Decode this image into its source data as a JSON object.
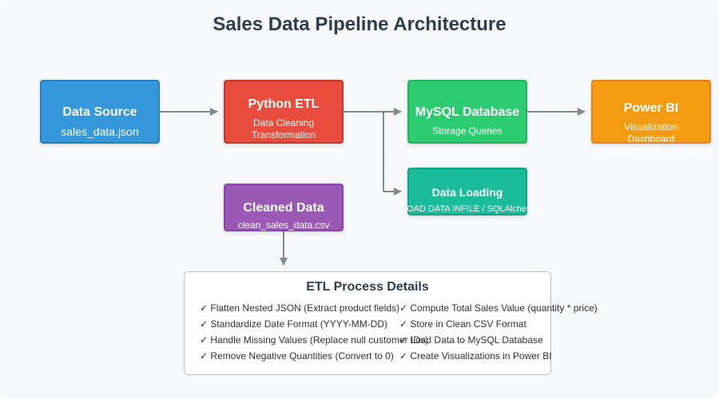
{
  "title": "Sales Data Pipeline Architecture",
  "colors": {
    "data_source": "#3498db",
    "python_etl": "#e74c3c",
    "mysql_database": "#2ecc71",
    "power_bi": "#f39c12",
    "data_loading": "#1abc9c",
    "cleaned_data": "#9b59b6",
    "connector": "#7f8c8d"
  },
  "nodes": {
    "data_source": {
      "title": "Data Source",
      "subtitle": "sales_data.json"
    },
    "python_etl": {
      "title": "Python ETL",
      "subtitle_lines": [
        "Data Cleaning",
        "Transformation"
      ]
    },
    "mysql_database": {
      "title": "MySQL Database",
      "subtitle": "Storage Queries"
    },
    "power_bi": {
      "title": "Power BI",
      "subtitle_lines": [
        "Visualization",
        "Dashboard"
      ]
    },
    "data_loading": {
      "title": "Data Loading",
      "subtitle": "LOAD DATA INFILE / SQLAlchemy"
    },
    "cleaned_data": {
      "title": "Cleaned Data",
      "subtitle": "clean_sales_data.csv"
    }
  },
  "details": {
    "title": "ETL Process Details",
    "left_items": [
      "✓ Flatten Nested JSON (Extract product fields)",
      "✓ Standardize Date Format (YYYY-MM-DD)",
      "✓ Handle Missing Values (Replace null customer IDs)",
      "✓ Remove Negative Quantities (Convert to 0)"
    ],
    "right_items": [
      "✓ Compute Total Sales Value (quantity * price)",
      "✓ Store in Clean CSV Format",
      "✓ Load Data to MySQL Database",
      "✓ Create Visualizations in Power BI"
    ]
  }
}
